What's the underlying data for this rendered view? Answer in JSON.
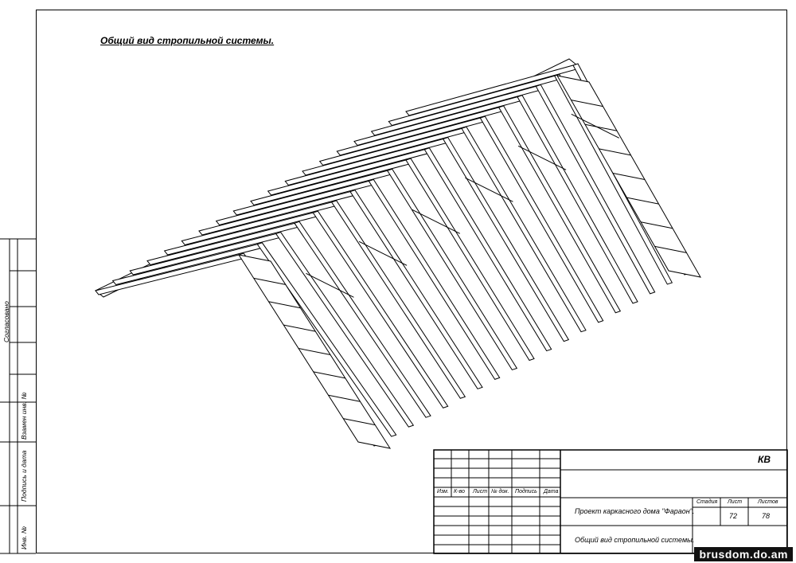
{
  "drawing_title": "Общий вид стропильной системы.",
  "side_stamps": {
    "agreed": "Согласовано",
    "replaces_inv": "Взамен инв. №",
    "signature_date": "Подпись и дата",
    "inv_no": "Инв. №"
  },
  "title_block": {
    "code": "КВ",
    "headers": [
      "Изм.",
      "К-во",
      "Лист",
      "№ док.",
      "Подпись",
      "Дата"
    ],
    "project_name": "Проект каркасного дома \"Фараон\".",
    "sheet_name": "Общий вид стропильной системы.",
    "stage_label": "Стадия",
    "sheet_label": "Лист",
    "sheets_label": "Листов",
    "sheet_number": "72",
    "sheets_total": "78"
  },
  "watermark": "brusdom.do.am",
  "drawing": {
    "rafter_count": 19
  }
}
